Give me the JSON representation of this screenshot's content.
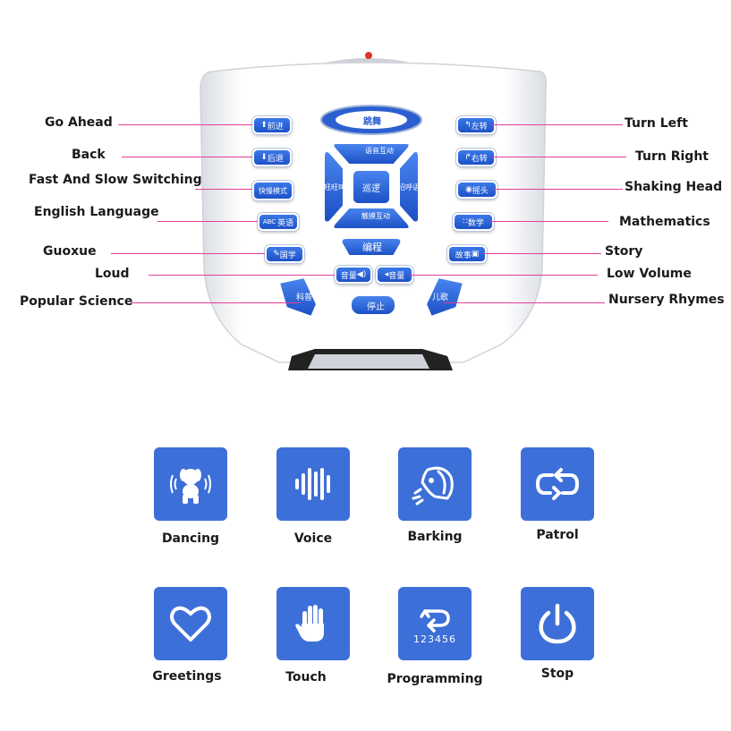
{
  "labels": {
    "go_ahead": "Go Ahead",
    "back": "Back",
    "fast_slow": "Fast And Slow Switching",
    "english": "English Language",
    "guoxue": "Guoxue",
    "loud": "Loud",
    "popular_science": "Popular Science",
    "turn_left": "Turn Left",
    "turn_right": "Turn Right",
    "shaking_head": "Shaking Head",
    "mathematics": "Mathematics",
    "story": "Story",
    "low_volume": "Low Volume",
    "nursery_rhymes": "Nursery Rhymes"
  },
  "remote": {
    "dance": "跳舞",
    "forward": "前进",
    "backward": "后退",
    "speed": "快慢模式",
    "english": "英语",
    "guoxue": "国学",
    "volume_up": "音量",
    "volume_down": "音量",
    "science": "科普",
    "turn_left": "左转",
    "turn_right": "右转",
    "shake": "摇头",
    "math": "数学",
    "story": "故事",
    "song": "儿歌",
    "voice_interact": "语音互动",
    "bark": "旺旺叫",
    "patrol": "巡逻",
    "greet": "招呼语",
    "touch_interact": "触摸互动",
    "program": "编程",
    "stop": "停止"
  },
  "features": [
    {
      "label": "Dancing",
      "icon": "dancing-dog-icon"
    },
    {
      "label": "Voice",
      "icon": "voice-wave-icon"
    },
    {
      "label": "Barking",
      "icon": "barking-dog-icon"
    },
    {
      "label": "Patrol",
      "icon": "patrol-loop-icon"
    },
    {
      "label": "Greetings",
      "icon": "heart-icon"
    },
    {
      "label": "Touch",
      "icon": "hand-icon"
    },
    {
      "label": "Programming",
      "icon": "programming-icon",
      "sub": "123456"
    },
    {
      "label": "Stop",
      "icon": "power-icon"
    }
  ],
  "colors": {
    "tile": "#3d6fd8",
    "button": "#2a63dc",
    "leader_line": "#e0409a"
  }
}
